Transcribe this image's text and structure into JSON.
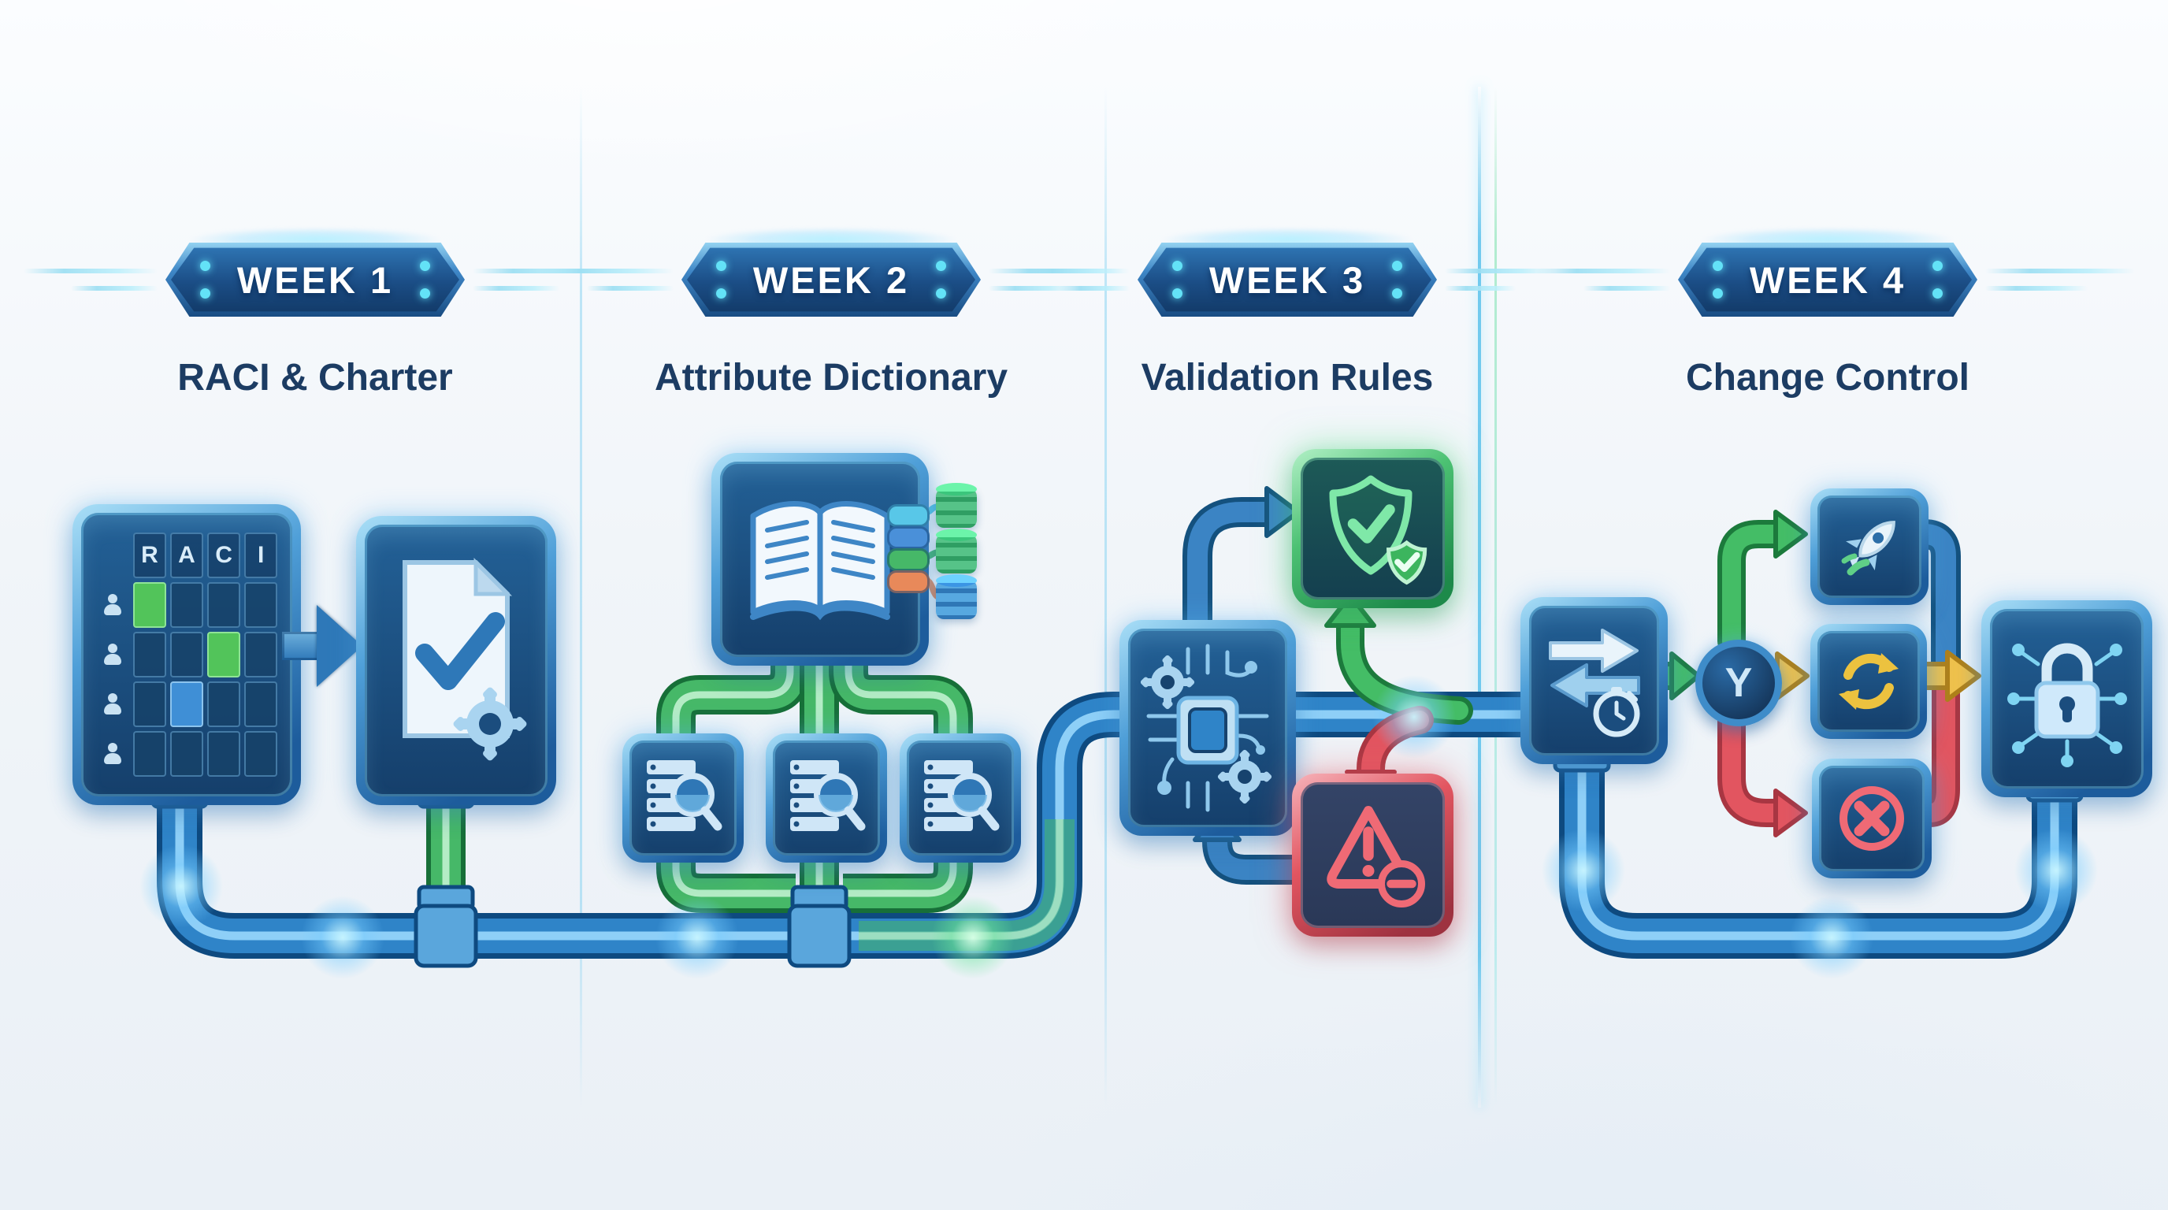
{
  "page": {
    "type": "timeline-flow-diagram",
    "background": "#f1f5f9"
  },
  "weeks": [
    {
      "badge_label": "WEEK 1",
      "title": "RACI & Charter",
      "icons": [
        "raci-matrix",
        "flow-arrow",
        "charter-document"
      ]
    },
    {
      "badge_label": "WEEK 2",
      "title": "Attribute Dictionary",
      "icons": [
        "attribute-dictionary-book",
        "database-stack",
        "data-search"
      ]
    },
    {
      "badge_label": "WEEK 3",
      "title": "Validation Rules",
      "icons": [
        "rules-engine-chip",
        "validation-pass-shield",
        "validation-fail-warning"
      ]
    },
    {
      "badge_label": "WEEK 4",
      "title": "Change Control",
      "icons": [
        "change-request-transfer",
        "decision-node",
        "deploy-rocket",
        "rework-sync",
        "reject-x",
        "locked-baseline"
      ]
    }
  ],
  "raci": {
    "header_letters": [
      "R",
      "A",
      "C",
      "I"
    ],
    "row_count": 4,
    "highlight_cells": [
      {
        "row": 1,
        "col": 1,
        "color": "green"
      },
      {
        "row": 2,
        "col": 3,
        "color": "green"
      },
      {
        "row": 3,
        "col": 2,
        "color": "blue"
      }
    ]
  },
  "decision_node": {
    "label": "Y"
  },
  "colors": {
    "pipe_blue": "#2f84c8",
    "pipe_green": "#46b868",
    "pass_green": "#3cb55e",
    "fail_red": "#e25560",
    "branch_yellow": "#f0c14b",
    "accent_cyan": "#9fdcff",
    "title_navy": "#1c3c63",
    "badge_blue": "#1e5c9c",
    "tab_orange": "#e8895a"
  }
}
